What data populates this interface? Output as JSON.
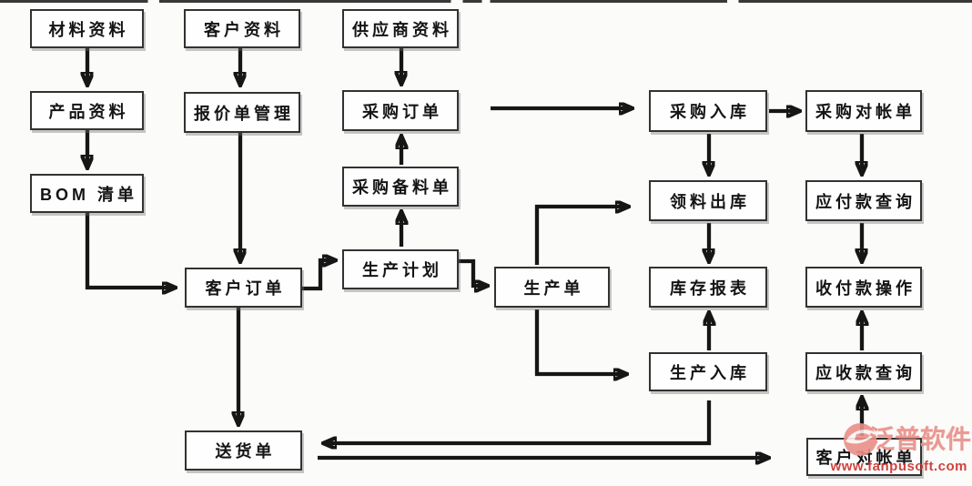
{
  "diagram": {
    "nodes": [
      {
        "id": "material-data",
        "label": "材料资料"
      },
      {
        "id": "product-data",
        "label": "产品资料"
      },
      {
        "id": "bom-list",
        "label": "BOM 清单"
      },
      {
        "id": "customer-data",
        "label": "客户资料"
      },
      {
        "id": "quotation-mgmt",
        "label": "报价单管理"
      },
      {
        "id": "customer-order",
        "label": "客户订单"
      },
      {
        "id": "delivery-note",
        "label": "送货单"
      },
      {
        "id": "supplier-data",
        "label": "供应商资料"
      },
      {
        "id": "purchase-order",
        "label": "采购订单"
      },
      {
        "id": "purchase-prep-list",
        "label": "采购备料单"
      },
      {
        "id": "production-plan",
        "label": "生产计划"
      },
      {
        "id": "production-order",
        "label": "生产单"
      },
      {
        "id": "purchase-inbound",
        "label": "采购入库"
      },
      {
        "id": "material-outbound",
        "label": "领料出库"
      },
      {
        "id": "inventory-report",
        "label": "库存报表"
      },
      {
        "id": "production-inbound",
        "label": "生产入库"
      },
      {
        "id": "purchase-statement",
        "label": "采购对帐单"
      },
      {
        "id": "payable-inquiry",
        "label": "应付款查询"
      },
      {
        "id": "payment-receipt-op",
        "label": "收付款操作"
      },
      {
        "id": "receivable-inquiry",
        "label": "应收款查询"
      },
      {
        "id": "customer-statement",
        "label": "客户对帐单"
      }
    ],
    "edges": [
      {
        "from": "material-data",
        "to": "product-data"
      },
      {
        "from": "product-data",
        "to": "bom-list"
      },
      {
        "from": "bom-list",
        "to": "customer-order"
      },
      {
        "from": "customer-data",
        "to": "quotation-mgmt"
      },
      {
        "from": "quotation-mgmt",
        "to": "customer-order"
      },
      {
        "from": "customer-order",
        "to": "delivery-note"
      },
      {
        "from": "customer-order",
        "to": "production-plan"
      },
      {
        "from": "production-plan",
        "to": "production-order"
      },
      {
        "from": "production-plan",
        "to": "purchase-prep-list"
      },
      {
        "from": "purchase-prep-list",
        "to": "purchase-order"
      },
      {
        "from": "supplier-data",
        "to": "purchase-order"
      },
      {
        "from": "purchase-order",
        "to": "purchase-inbound"
      },
      {
        "from": "production-order",
        "to": "material-outbound"
      },
      {
        "from": "production-order",
        "to": "production-inbound"
      },
      {
        "from": "purchase-inbound",
        "to": "purchase-statement"
      },
      {
        "from": "purchase-inbound",
        "to": "material-outbound"
      },
      {
        "from": "material-outbound",
        "to": "inventory-report"
      },
      {
        "from": "production-inbound",
        "to": "inventory-report"
      },
      {
        "from": "purchase-statement",
        "to": "payable-inquiry"
      },
      {
        "from": "payable-inquiry",
        "to": "payment-receipt-op"
      },
      {
        "from": "receivable-inquiry",
        "to": "payment-receipt-op"
      },
      {
        "from": "customer-statement",
        "to": "receivable-inquiry"
      },
      {
        "from": "production-inbound",
        "to": "delivery-note"
      },
      {
        "from": "delivery-note",
        "to": "customer-statement"
      }
    ],
    "colors": {
      "line": "#161616",
      "box_border": "#323232",
      "box_fill": "#fefefe",
      "background": "#fbfbf9"
    }
  },
  "watermark": {
    "brand": "泛普软件",
    "url": "www.fanpusoft.com",
    "brand_color": "#e98f88",
    "url_color": "#c9302b"
  }
}
